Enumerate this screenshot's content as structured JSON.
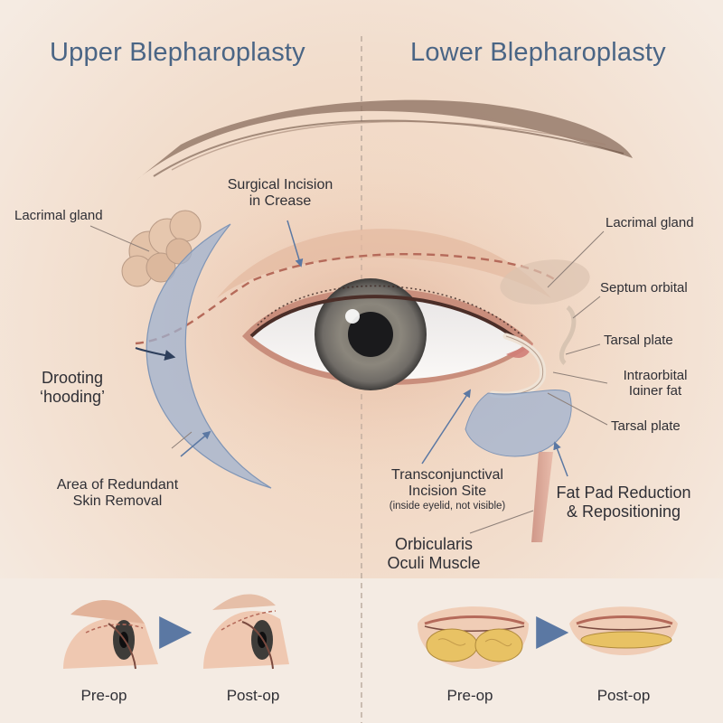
{
  "titles": {
    "upper": "Upper Blepharoplasty",
    "lower": "Lower Blepharoplasty"
  },
  "upper_labels": {
    "lacrimal_gland": "Lacrimal gland",
    "incision_line1": "Surgical Incision",
    "incision_line2": "in Crease",
    "drooping_line1": "Drooting",
    "drooping_line2": "‘hooding’",
    "redundant_line1": "Area of Redundant",
    "redundant_line2": "Skin Removal"
  },
  "lower_labels": {
    "lacrimal_gland": "Lacrimal gland",
    "septum": "Septum orbital",
    "tarsal_plate_1": "Tarsal plate",
    "intraorbital_line1": "Intraorbital",
    "intraorbital_line2": "Iɑiner fat",
    "tarsal_plate_2": "Tarsal plate",
    "transconj_line1": "Transconjunctival",
    "transconj_line2": "Incision Site",
    "transconj_note": "(inside eyelid, not visible)",
    "fatpad_line1": "Fat Pad Reduction",
    "fatpad_line2": "& Repositioning",
    "orbicularis_line1": "Orbicularis",
    "orbicularis_line2": "Oculi Muscle"
  },
  "captions": {
    "upper_pre": "Pre-op",
    "upper_post": "Post-op",
    "lower_pre": "Pre-op",
    "lower_post": "Post-op"
  },
  "colors": {
    "title": "#4a6585",
    "skin": "#efd2bd",
    "blue_overlay": "#9fb2cf",
    "incision": "#b56a5a",
    "arrow": "#5b78a3",
    "fat": "#e8c264"
  }
}
